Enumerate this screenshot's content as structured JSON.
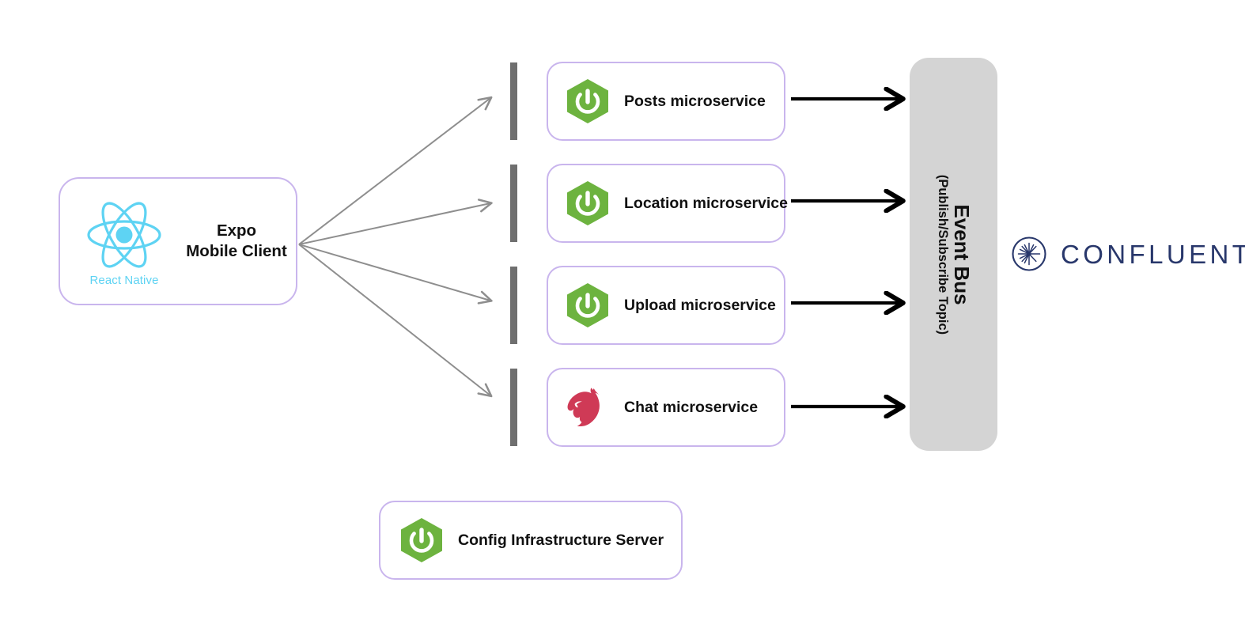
{
  "diagram": {
    "title": "Microservices architecture with event bus",
    "background": "#ffffff",
    "colors": {
      "card_border": "#c9b5ed",
      "spring_green": "#6db33f",
      "nest_red": "#cf3a56",
      "react_cyan": "#5ed3f3",
      "event_bus_gray": "#d4d4d4",
      "tick_gray": "#6f6f6f",
      "arrow_gray": "#8e8e8e",
      "arrow_black": "#000000",
      "confluent_navy": "#28376b"
    }
  },
  "client": {
    "name": "expo-mobile-client",
    "title_line_1": "Expo",
    "title_line_2": "Mobile Client",
    "framework_caption": "React Native",
    "icon": "react-native-atom-icon"
  },
  "services": [
    {
      "id": "posts",
      "label": "Posts microservice",
      "icon": "spring-boot-icon",
      "tick": "connector-tick"
    },
    {
      "id": "location",
      "label": "Location microservice",
      "icon": "spring-boot-icon",
      "tick": "connector-tick"
    },
    {
      "id": "upload",
      "label": "Upload microservice",
      "icon": "spring-boot-icon",
      "tick": "connector-tick"
    },
    {
      "id": "chat",
      "label": "Chat microservice",
      "icon": "nestjs-cat-icon",
      "tick": "connector-tick"
    }
  ],
  "config_server": {
    "label": "Config Infrastructure Server",
    "icon": "spring-boot-icon"
  },
  "event_bus": {
    "title": "Event Bus",
    "subtitle": "(Publish/Subscribe Topic)",
    "orientation": "vertical-rotated-90"
  },
  "confluent": {
    "wordmark": "CONFLUENT",
    "icon": "confluent-starburst-icon"
  },
  "connections": {
    "client_to_services": {
      "style": "thin-gray-arrow",
      "count": 4,
      "description": "Client fans out to the four microservices"
    },
    "services_to_bus": {
      "style": "thick-black-arrow",
      "count": 4,
      "description": "Each microservice publishes to the Event Bus"
    }
  }
}
